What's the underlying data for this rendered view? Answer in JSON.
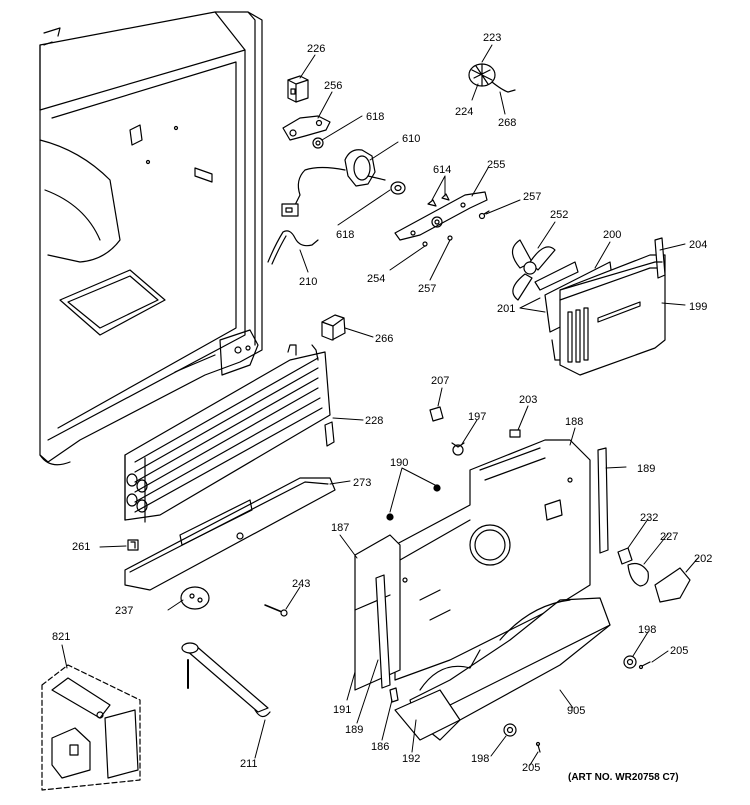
{
  "art_number": "(ART NO. WR20758 C7)",
  "callouts": [
    {
      "id": "p226",
      "label": "226"
    },
    {
      "id": "p256",
      "label": "256"
    },
    {
      "id": "p618a",
      "label": "618"
    },
    {
      "id": "p610",
      "label": "610"
    },
    {
      "id": "p618b",
      "label": "618"
    },
    {
      "id": "p210",
      "label": "210"
    },
    {
      "id": "p223",
      "label": "223"
    },
    {
      "id": "p224",
      "label": "224"
    },
    {
      "id": "p268",
      "label": "268"
    },
    {
      "id": "p614",
      "label": "614"
    },
    {
      "id": "p255",
      "label": "255"
    },
    {
      "id": "p257a",
      "label": "257"
    },
    {
      "id": "p254",
      "label": "254"
    },
    {
      "id": "p257b",
      "label": "257"
    },
    {
      "id": "p252",
      "label": "252"
    },
    {
      "id": "p200",
      "label": "200"
    },
    {
      "id": "p204",
      "label": "204"
    },
    {
      "id": "p201",
      "label": "201"
    },
    {
      "id": "p199",
      "label": "199"
    },
    {
      "id": "p266",
      "label": "266"
    },
    {
      "id": "p228",
      "label": "228"
    },
    {
      "id": "p207",
      "label": "207"
    },
    {
      "id": "p203",
      "label": "203"
    },
    {
      "id": "p197",
      "label": "197"
    },
    {
      "id": "p188",
      "label": "188"
    },
    {
      "id": "p189a",
      "label": "189"
    },
    {
      "id": "p190",
      "label": "190"
    },
    {
      "id": "p273",
      "label": "273"
    },
    {
      "id": "p187",
      "label": "187"
    },
    {
      "id": "p261",
      "label": "261"
    },
    {
      "id": "p232",
      "label": "232"
    },
    {
      "id": "p227",
      "label": "227"
    },
    {
      "id": "p202",
      "label": "202"
    },
    {
      "id": "p243",
      "label": "243"
    },
    {
      "id": "p237",
      "label": "237"
    },
    {
      "id": "p821",
      "label": "821"
    },
    {
      "id": "p198a",
      "label": "198"
    },
    {
      "id": "p205a",
      "label": "205"
    },
    {
      "id": "p191",
      "label": "191"
    },
    {
      "id": "p189b",
      "label": "189"
    },
    {
      "id": "p186",
      "label": "186"
    },
    {
      "id": "p192",
      "label": "192"
    },
    {
      "id": "p905",
      "label": "905"
    },
    {
      "id": "p198b",
      "label": "198"
    },
    {
      "id": "p205b",
      "label": "205"
    },
    {
      "id": "p211",
      "label": "211"
    }
  ]
}
